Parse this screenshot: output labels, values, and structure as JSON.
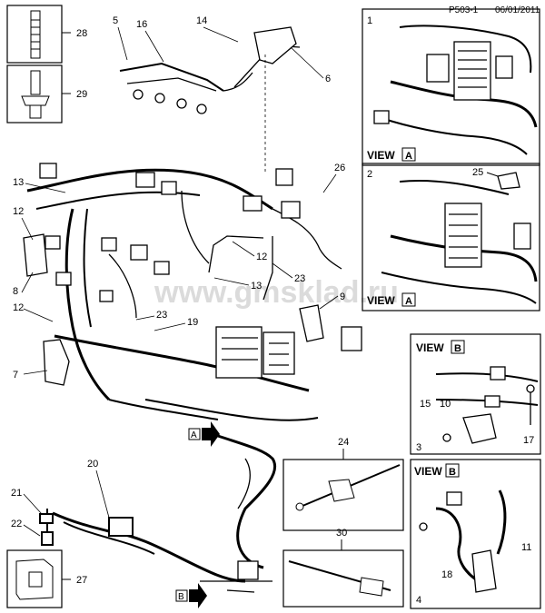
{
  "header": {
    "sheet_id": "P503-1",
    "date": "06/01/2011"
  },
  "watermark": "www.gmsklad.ru",
  "callouts": {
    "c1": "1",
    "c2": "2",
    "c3": "3",
    "c4": "4",
    "c5": "5",
    "c6": "6",
    "c7": "7",
    "c8": "8",
    "c9": "9",
    "c10": "10",
    "c11": "11",
    "c12a": "12",
    "c12b": "12",
    "c12c": "12",
    "c13a": "13",
    "c13b": "13",
    "c14": "14",
    "c15": "15",
    "c16": "16",
    "c17": "17",
    "c18": "18",
    "c19": "19",
    "c20": "20",
    "c21": "21",
    "c22": "22",
    "c23a": "23",
    "c23b": "23",
    "c24": "24",
    "c25": "25",
    "c26": "26",
    "c27": "27",
    "c28": "28",
    "c29": "29",
    "c30": "30"
  },
  "views": {
    "view_word": "VIEW",
    "letter_a": "A",
    "letter_b": "B"
  },
  "arrows": {
    "a": "A",
    "b": "B"
  },
  "colors": {
    "line": "#000000",
    "watermark": "#c8c8c8",
    "paper": "#ffffff"
  }
}
